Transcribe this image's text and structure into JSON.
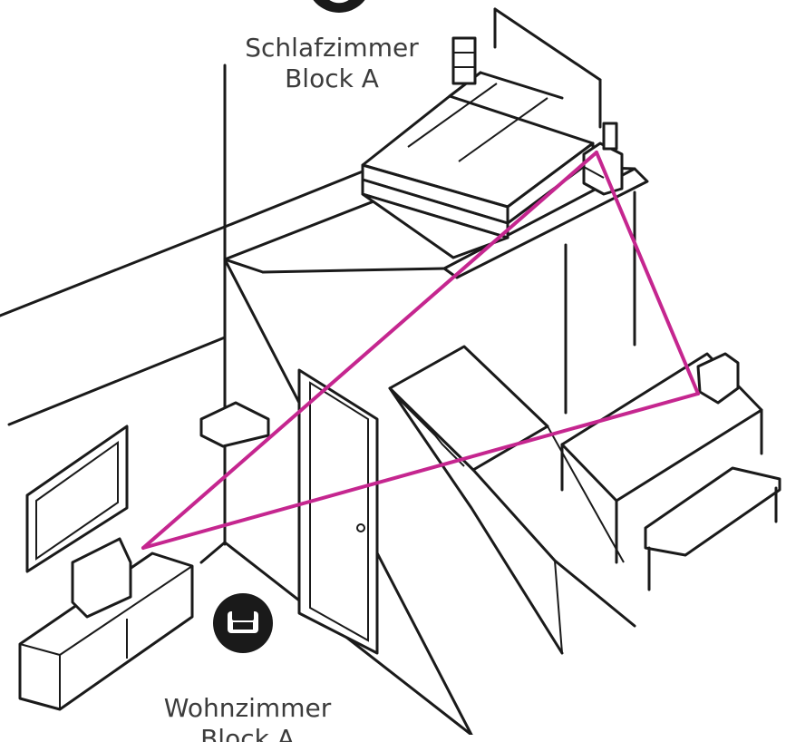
{
  "rooms": {
    "bedroom": {
      "line1": "Schlafzimmer",
      "line2": "Block A",
      "icon": "bed-icon"
    },
    "living": {
      "line1": "Wohnzimmer",
      "line2": "Block A",
      "icon": "armchair-icon"
    }
  },
  "colors": {
    "signal": "#c5268f",
    "line": "#1a1a1a",
    "icon_bg": "#1a1a1a"
  }
}
